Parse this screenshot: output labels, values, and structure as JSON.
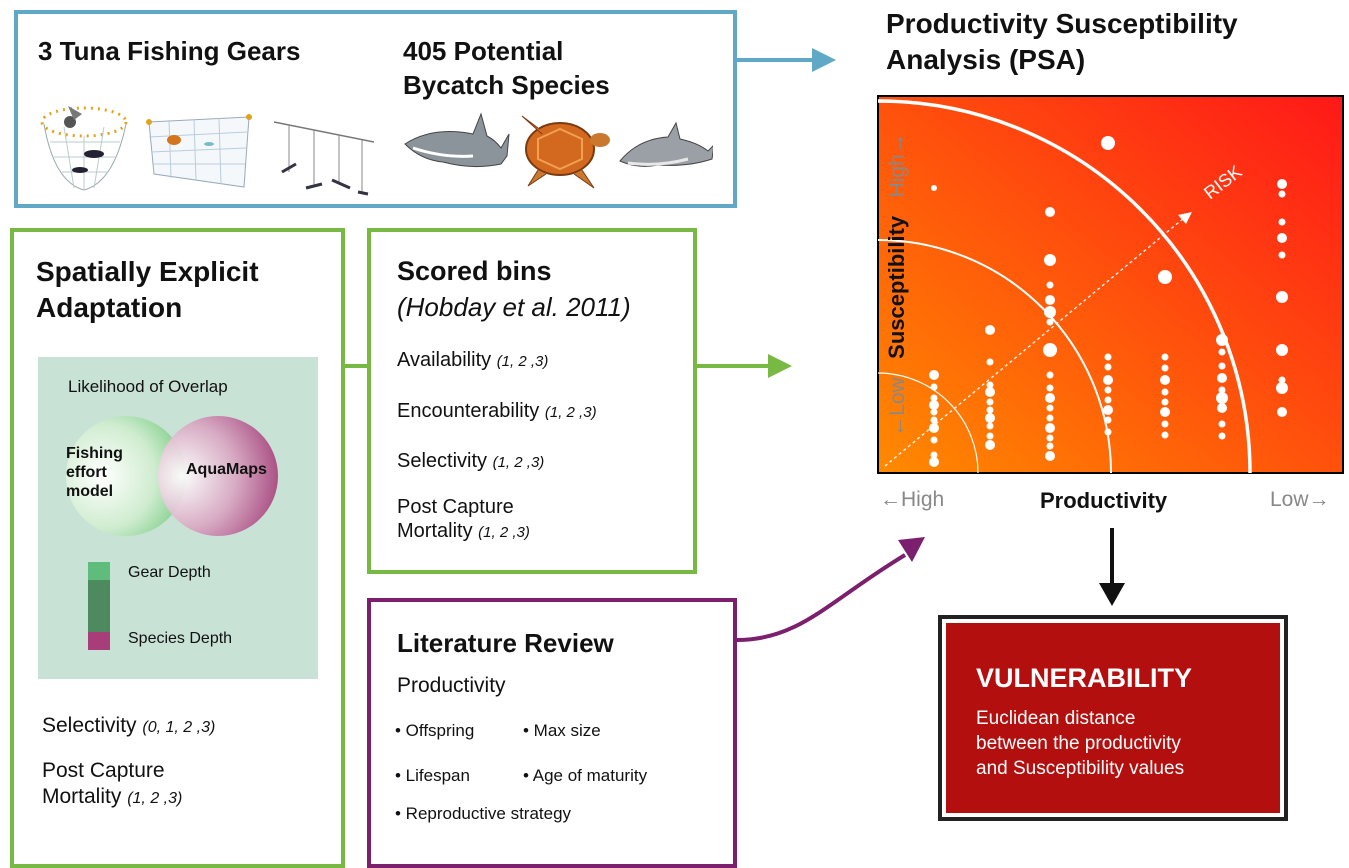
{
  "top_panel": {
    "gears_title": "3 Tuna Fishing Gears",
    "species_title_line1": "405 Potential",
    "species_title_line2": "Bycatch Species",
    "border_color": "#5fa9c6",
    "gear_icons": [
      "purse-seine-icon",
      "gillnet-icon",
      "longline-icon"
    ],
    "species_icons": [
      "shark-icon",
      "sea-turtle-icon",
      "dolphin-icon"
    ]
  },
  "spatial_panel": {
    "title_line1": "Spatially Explicit",
    "title_line2": "Adaptation",
    "overlap_title": "Likelihood of Overlap",
    "fishing_label_1": "Fishing",
    "fishing_label_2": "effort",
    "fishing_label_3": "model",
    "aquamaps_label": "AquaMaps",
    "gear_depth_label": "Gear Depth",
    "species_depth_label": "Species Depth",
    "selectivity_label": "Selectivity",
    "selectivity_scores": "(0, 1, 2 ,3)",
    "pcm_line1": "Post Capture",
    "pcm_line2": "Mortality",
    "pcm_scores": "(1, 2 ,3)",
    "border_color": "#78b943"
  },
  "scored_panel": {
    "title": "Scored bins",
    "citation": "(Hobday et al. 2011)",
    "items": [
      {
        "label": "Availability",
        "scores": "(1, 2 ,3)"
      },
      {
        "label": "Encounterability",
        "scores": "(1, 2 ,3)"
      },
      {
        "label": "Selectivity",
        "scores": "(1, 2 ,3)"
      }
    ],
    "pcm_line1": "Post Capture",
    "pcm_line2": "Mortality",
    "pcm_scores": "(1, 2 ,3)"
  },
  "literature_panel": {
    "title": "Literature Review",
    "subtitle": "Productivity",
    "bullets": [
      "• Offspring",
      "• Max size",
      "• Lifespan",
      "• Age of maturity",
      "• Reproductive strategy"
    ],
    "border_color": "#7b1f6e"
  },
  "psa_panel": {
    "title_line1": "Productivity Susceptibility",
    "title_line2": "Analysis (PSA)",
    "y_axis_title": "Susceptibility",
    "y_high": "High→",
    "y_low": "←Low",
    "x_axis_title": "Productivity",
    "x_high": "←High",
    "x_low": "Low→",
    "risk_label": "RISK",
    "gradient_colors": [
      "#ff8a00",
      "#ff1a1a"
    ]
  },
  "vulnerability_panel": {
    "title": "VULNERABILITY",
    "desc_line1": "Euclidean distance",
    "desc_line2": "between the productivity",
    "desc_line3": "and Susceptibility values",
    "background": "#b30f0f"
  }
}
